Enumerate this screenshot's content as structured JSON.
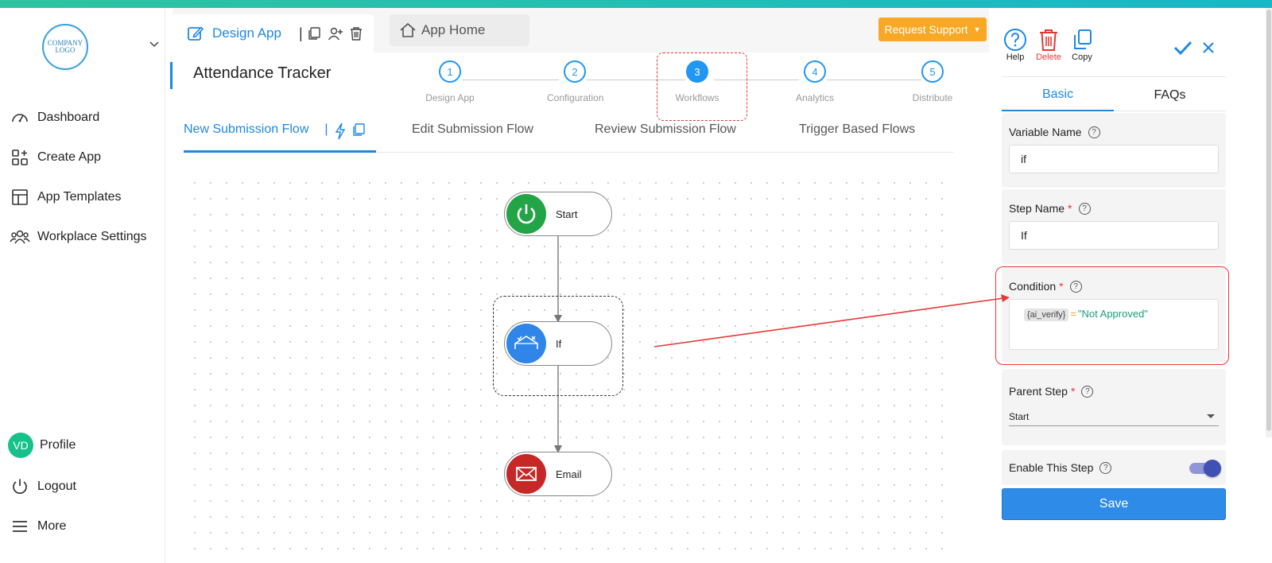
{
  "sidebar": {
    "logo_text": "COMPANY LOGO",
    "nav": [
      {
        "label": "Dashboard",
        "icon": "gauge-icon"
      },
      {
        "label": "Create App",
        "icon": "grid-plus-icon"
      },
      {
        "label": "App Templates",
        "icon": "template-icon"
      },
      {
        "label": "Workplace Settings",
        "icon": "users-icon"
      }
    ],
    "profile_initials": "VD",
    "profile_label": "Profile",
    "logout_label": "Logout",
    "more_label": "More"
  },
  "header": {
    "design_tab_label": "Design App",
    "home_tab_label": "App Home",
    "request_support_label": "Request Support"
  },
  "app": {
    "title": "Attendance Tracker"
  },
  "stepper": {
    "active_step": 3,
    "steps": [
      {
        "number": "1",
        "label": "Design App"
      },
      {
        "number": "2",
        "label": "Configuration"
      },
      {
        "number": "3",
        "label": "Workflows"
      },
      {
        "number": "4",
        "label": "Analytics"
      },
      {
        "number": "5",
        "label": "Distribute"
      }
    ]
  },
  "flow_tabs": [
    {
      "label": "New Submission Flow",
      "active": true
    },
    {
      "label": "Edit Submission Flow",
      "active": false
    },
    {
      "label": "Review Submission Flow",
      "active": false
    },
    {
      "label": "Trigger Based Flows",
      "active": false
    }
  ],
  "workflow": {
    "nodes": [
      {
        "label": "Start",
        "icon": "power-icon",
        "color": "#22a447"
      },
      {
        "label": "If",
        "icon": "branch-icon",
        "color": "#2f86e8"
      },
      {
        "label": "Email",
        "icon": "envelope-icon",
        "color": "#c62828"
      }
    ]
  },
  "panel": {
    "actions": [
      {
        "label": "Help",
        "icon": "help-icon"
      },
      {
        "label": "Delete",
        "icon": "trash-icon"
      },
      {
        "label": "Copy",
        "icon": "copy-icon"
      }
    ],
    "tabs": [
      {
        "label": "Basic",
        "active": true
      },
      {
        "label": "FAQs",
        "active": false
      }
    ],
    "variable_name_label": "Variable Name",
    "variable_name_value": "if",
    "step_name_label": "Step Name",
    "step_name_value": "If",
    "condition_label": "Condition",
    "condition_variable": "{ai_verify}",
    "condition_operator": "=",
    "condition_value": "\"Not Approved\"",
    "parent_step_label": "Parent Step",
    "parent_step_value": "Start",
    "enable_step_label": "Enable This Step",
    "enable_step_on": true,
    "save_label": "Save",
    "required_mark": "*",
    "help_mark": "?"
  },
  "colors": {
    "primary": "#1e88e5",
    "accent": "#f9a825",
    "highlight": "#e53935",
    "top_gradient_start": "#2ec4a0"
  }
}
